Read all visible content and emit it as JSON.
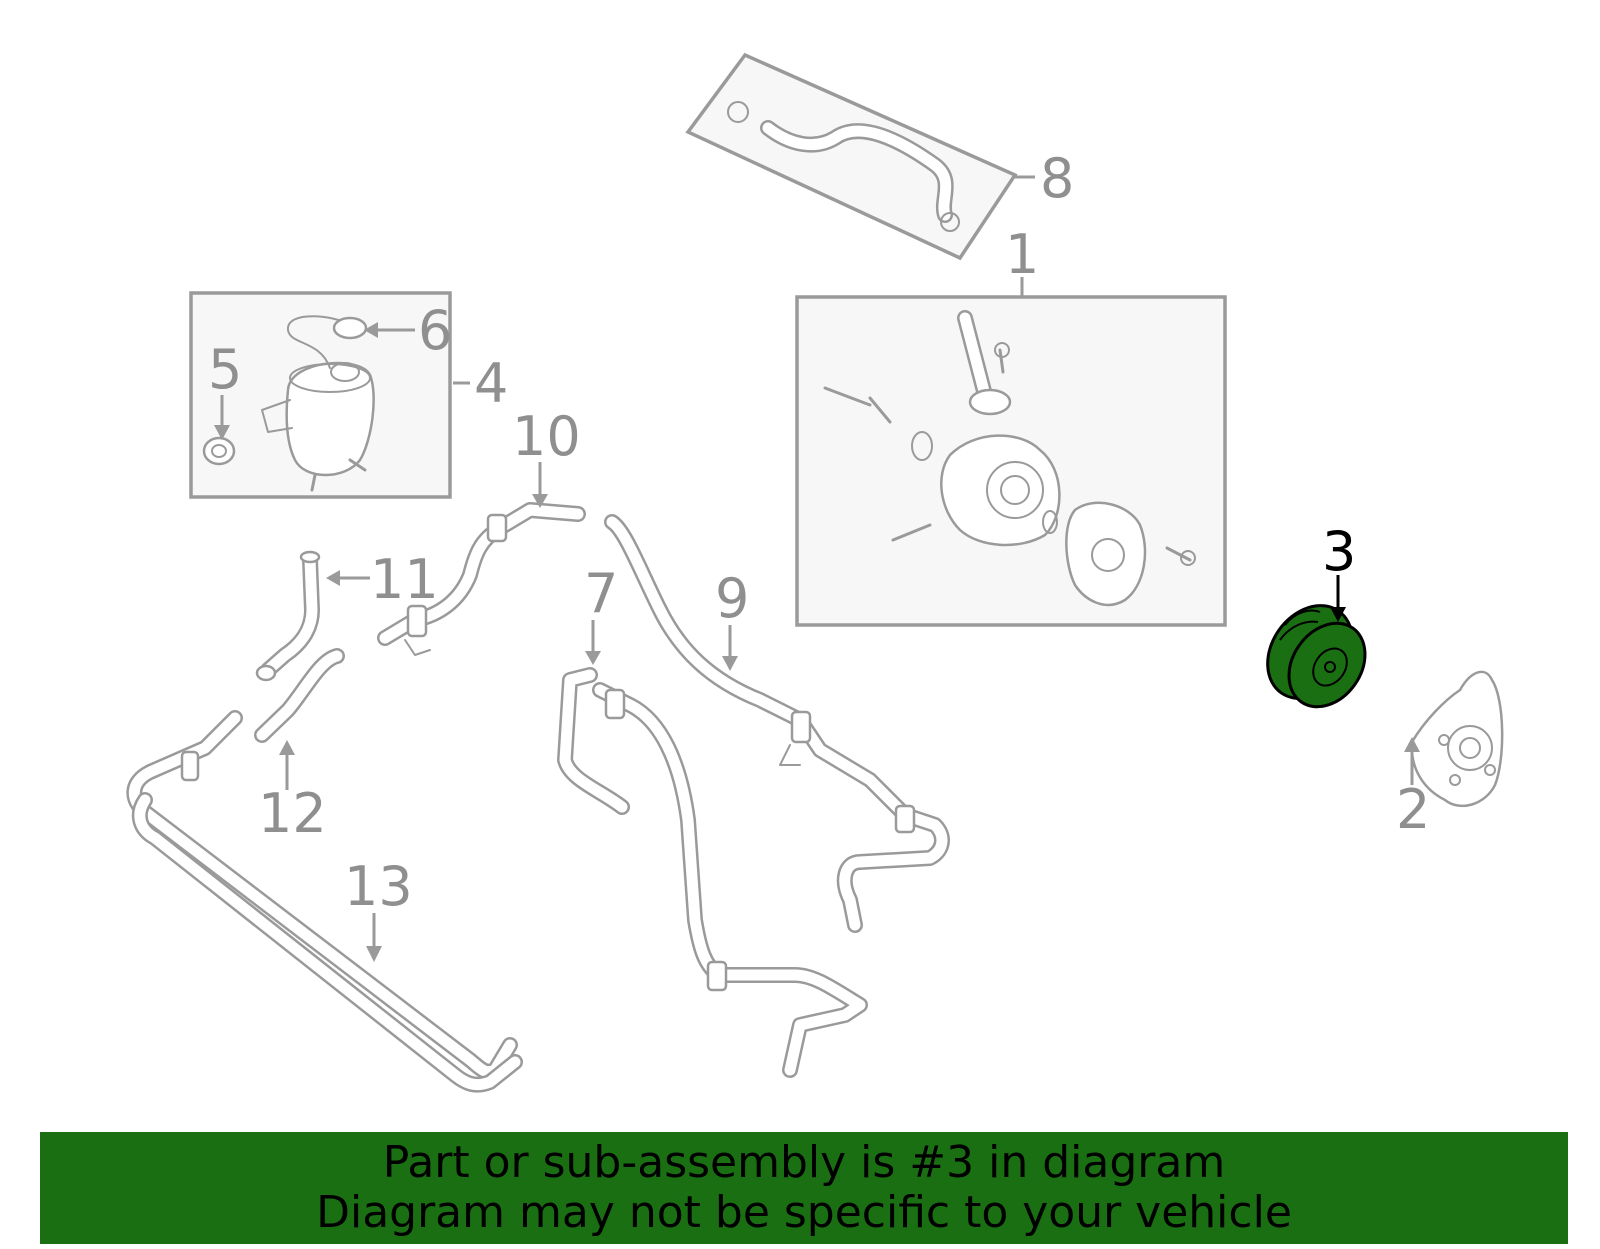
{
  "callouts": {
    "c1": "1",
    "c2": "2",
    "c3": "3",
    "c4": "4",
    "c5": "5",
    "c6": "6",
    "c7": "7",
    "c8": "8",
    "c9": "9",
    "c10": "10",
    "c11": "11",
    "c12": "12",
    "c13": "13"
  },
  "highlight": {
    "part_number": "3",
    "color": "#1a6f12"
  },
  "banner": {
    "line1": "Part or sub-assembly is #3 in diagram",
    "line2": "Diagram may not be specific to your vehicle",
    "background": "#1a6f12"
  },
  "colors": {
    "line_art": "#9a9a9a",
    "highlight_callout": "#000000"
  }
}
